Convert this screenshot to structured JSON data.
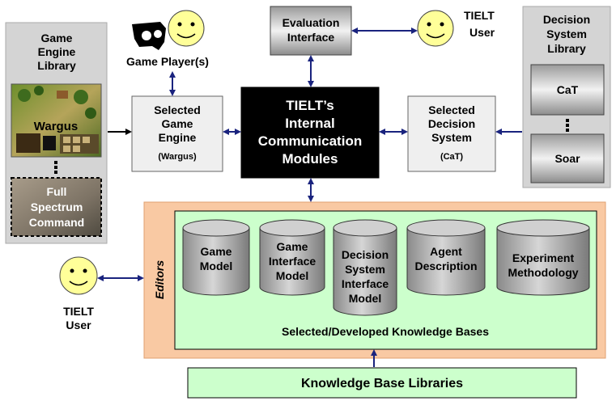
{
  "game_engine_library": {
    "title": [
      "Game",
      "Engine",
      "Library"
    ],
    "game1": "Wargus",
    "game2": [
      "Full",
      "Spectrum",
      "Command"
    ]
  },
  "game_player": {
    "label": "Game Player(s)"
  },
  "selected_game_engine": {
    "lines": [
      "Selected",
      "Game",
      "Engine"
    ],
    "sub": "(Wargus)"
  },
  "evaluation_interface": {
    "lines": [
      "Evaluation",
      "Interface"
    ]
  },
  "tielt_user_top": {
    "lines": [
      "TIELT",
      "User"
    ]
  },
  "internal_modules": {
    "lines": [
      "TIELT’s",
      "Internal",
      "Communication",
      "Modules"
    ]
  },
  "selected_decision_system": {
    "lines": [
      "Selected",
      "Decision",
      "System"
    ],
    "sub": "(CaT)"
  },
  "decision_system_library": {
    "title": [
      "Decision",
      "System",
      "Library"
    ],
    "item1": "CaT",
    "item2": "Soar"
  },
  "editors": {
    "label": "Editors"
  },
  "tielt_user_left": {
    "lines": [
      "TIELT",
      "User"
    ]
  },
  "knowledge_bases": {
    "caption": "Selected/Developed Knowledge Bases",
    "items": [
      {
        "lines": [
          "Game",
          "Model"
        ]
      },
      {
        "lines": [
          "Game",
          "Interface",
          "Model"
        ]
      },
      {
        "lines": [
          "Decision",
          "System",
          "Interface",
          "Model"
        ]
      },
      {
        "lines": [
          "Agent",
          "Description"
        ]
      },
      {
        "lines": [
          "Experiment",
          "Methodology"
        ]
      }
    ]
  },
  "kb_libraries": {
    "label": "Knowledge Base Libraries"
  },
  "colors": {
    "arrow": "#1a237e",
    "panel_gray": "#d4d4d4",
    "light_box": "#efefef",
    "editors_orange": "#f9c9a3",
    "kb_green": "#ccffcc",
    "smiley": "#ffff99"
  }
}
